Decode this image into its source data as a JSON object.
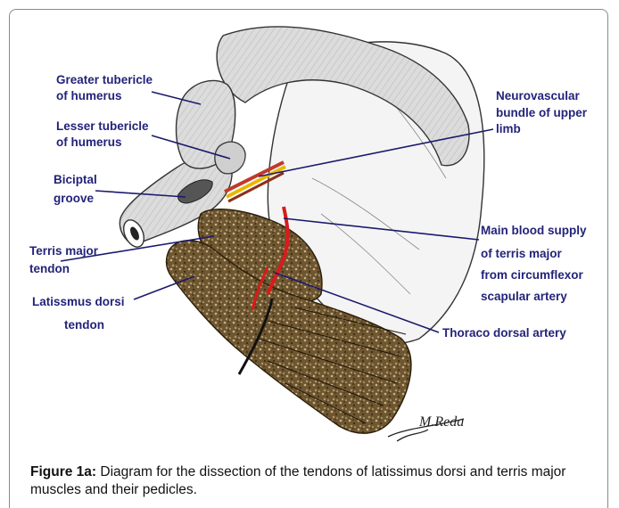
{
  "labels": {
    "greater_tubericle_1": "Greater tubericle",
    "greater_tubericle_2": "of humerus",
    "lesser_tubericle_1": "Lesser tubericle",
    "lesser_tubericle_2": "of humerus",
    "bicipital_1": "Biciptal",
    "bicipital_2": "groove",
    "terris_tendon_1": "Terris major",
    "terris_tendon_2": "tendon",
    "latissimus_1": "Latissmus dorsi",
    "latissimus_2": "tendon",
    "neurovascular_1": "Neurovascular",
    "neurovascular_2": "bundle of upper",
    "neurovascular_3": "limb",
    "main_blood_1": "Main blood supply",
    "main_blood_2": "of terris major",
    "main_blood_3": "from circumflexor",
    "main_blood_4": "scapular artery",
    "thoraco": "Thoraco dorsal artery"
  },
  "signature": "M.Reda",
  "caption": {
    "prefix": "Figure 1a:",
    "text": " Diagram for the dissection of the tendons of latissimus dorsi and terris major muscles and their pedicles."
  },
  "colors": {
    "label": "#23237a",
    "leader": "#1a1a6e",
    "bone_fill": "#d9d9d9",
    "muscle_fill": "#7a6238",
    "artery": "#d81b1b",
    "nerve": "#e6b800"
  }
}
